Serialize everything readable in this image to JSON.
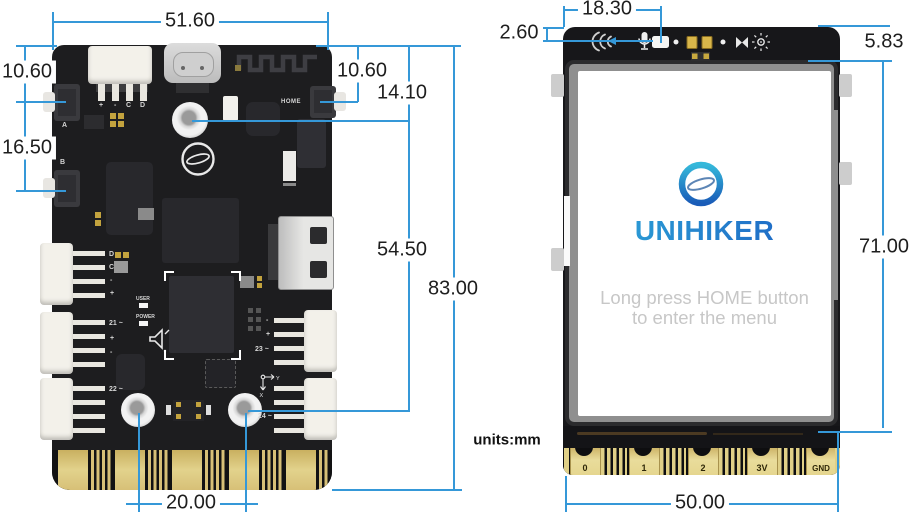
{
  "units_label": "units:mm",
  "back_view": {
    "dims": {
      "top_width": "51.60",
      "left_upper": "10.60",
      "left_lower": "16.50",
      "right_upper": "10.60",
      "right_top_offset": "14.10",
      "right_mid": "54.50",
      "total_height": "83.00",
      "bottom_hole_spacing": "20.00"
    },
    "labels": {
      "button_a": "A",
      "button_b": "B",
      "home_button": "HOME",
      "pin_d": "D",
      "pin_c": "C",
      "pin_minus": "-",
      "pin_plus": "+",
      "port_21": "21 ~",
      "port_22": "22 ~",
      "port_23": "23 ~",
      "port_24": "24 ~",
      "user_led": "USER",
      "power_led": "POWER",
      "axis_y": "Y",
      "axis_x": "X"
    }
  },
  "front_view": {
    "dims": {
      "top_mic_offset": "18.30",
      "top_edge_offset": "2.60",
      "bezel_height": "5.83",
      "screen_height": "71.00",
      "bottom_width": "50.00"
    },
    "screen": {
      "brand": "UNIHIKER",
      "message_line1": "Long press HOME button",
      "message_line2": "to enter the menu"
    },
    "pad_labels": [
      "0",
      "1",
      "2",
      "3V",
      "GND"
    ]
  },
  "colors": {
    "dimension_line": "#3598d8",
    "pcb": "#1d1d1f",
    "gold": "#e0d087",
    "brand_blue": "#1d6fc4",
    "brand_teal": "#2fa9d9"
  }
}
